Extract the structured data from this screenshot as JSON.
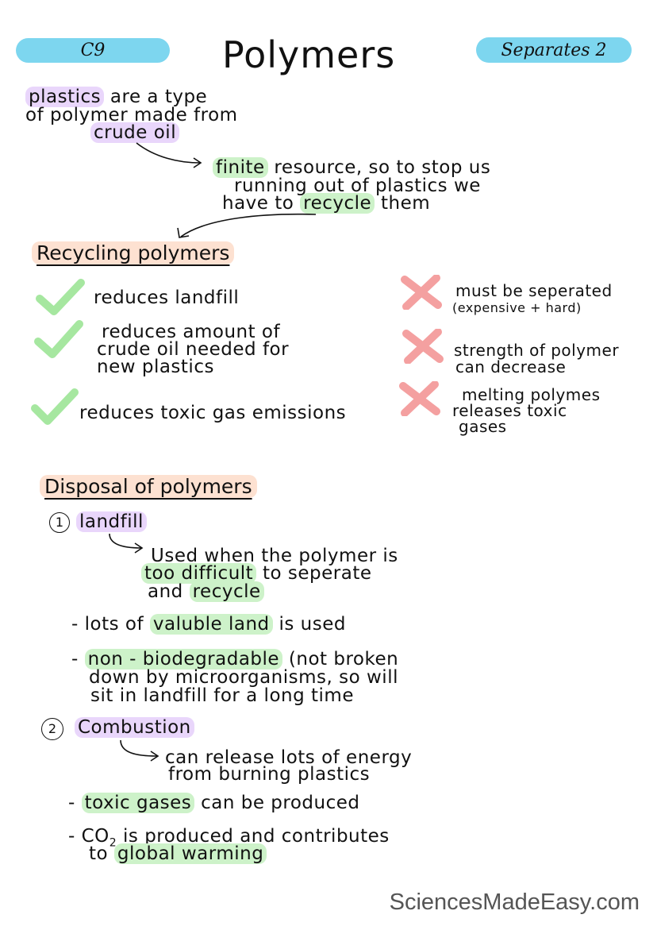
{
  "header": {
    "left_tag": "C9",
    "title": "Polymers",
    "right_tag": "Separates 2"
  },
  "intro": {
    "line1_highlight": "plastics",
    "line1_rest": " are a type",
    "line2": "of polymer made from",
    "line3_highlight": "crude oil",
    "finite_highlight": "finite",
    "finite_rest": " resource, so to stop us",
    "running": "running out of plastics we",
    "have_to": "have to ",
    "recycle_highlight": "recycle",
    "them": " them"
  },
  "recycling": {
    "heading": "Recycling polymers",
    "pros": [
      {
        "text": "reduces landfill"
      },
      {
        "lines": [
          "reduces amount of",
          "crude oil needed for",
          "new plastics"
        ]
      },
      {
        "text": "reduces toxic gas emissions"
      }
    ],
    "cons": [
      {
        "line1": "must be seperated",
        "line2": "(expensive + hard)"
      },
      {
        "line1": "strength of polymer",
        "line2": "can decrease"
      },
      {
        "line1": "melting polymes",
        "line2": "releases toxic",
        "line3": "gases"
      }
    ]
  },
  "disposal": {
    "heading": "Disposal of polymers",
    "landfill": {
      "number": "1",
      "label": "landfill",
      "arrow_line1": "Used when the polymer is",
      "arrow_line2_highlight": "too difficult",
      "arrow_line2_rest": " to seperate",
      "arrow_line3_pre": "and ",
      "arrow_line3_highlight": "recycle",
      "bullet1_pre": "- lots of ",
      "bullet1_highlight": "valuble land",
      "bullet1_post": " is used",
      "bullet2_pre": "- ",
      "bullet2_highlight": "non - biodegradable",
      "bullet2_post": " (not broken",
      "bullet2_line2": "down by microorganisms, so will",
      "bullet2_line3": "sit in landfill for a long time"
    },
    "combustion": {
      "number": "2",
      "label": "Combustion",
      "arrow_line1": "can release lots of energy",
      "arrow_line2": "from burning plastics",
      "bullet1_pre": "- ",
      "bullet1_highlight": "toxic gases",
      "bullet1_post": " can be produced",
      "bullet2_pre": "- CO",
      "bullet2_sub": "2",
      "bullet2_post": " is produced and contributes",
      "bullet2_line2_pre": "to ",
      "bullet2_line2_highlight": "global warming"
    }
  },
  "footer": "SciencesMadeEasy.com",
  "colors": {
    "tag_blue": "#7dd6ef",
    "highlight_purple": "#e9d6fb",
    "highlight_green": "#cdf2c9",
    "highlight_orange": "#fde1d1",
    "check_green": "#a6e7a0",
    "cross_red": "#f4a0a0"
  }
}
